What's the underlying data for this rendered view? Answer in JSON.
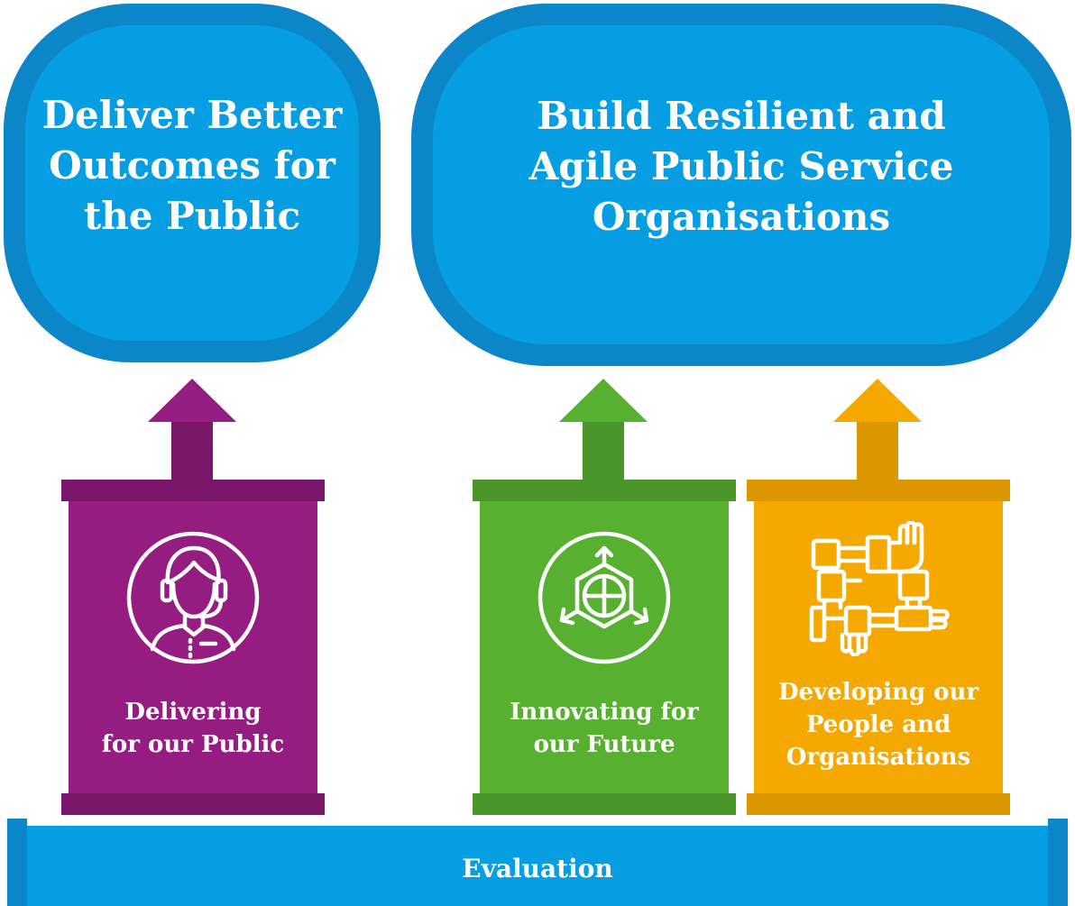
{
  "goals": [
    {
      "text": "Deliver Better Outcomes for the Public",
      "fill": "#069ee3",
      "border": "#0b87c9"
    },
    {
      "text": "Build Resilient and Agile Public Service Organisations",
      "fill": "#069ee3",
      "border": "#0b87c9"
    }
  ],
  "pillars": [
    {
      "label_line1": "Delivering",
      "label_line2": "for our Public",
      "icon": "person-headset-icon",
      "color": "#951c80",
      "dark": "#7b176b"
    },
    {
      "label_line1": "Innovating for",
      "label_line2": "our Future",
      "icon": "innovation-cube-icon",
      "color": "#57b030",
      "dark": "#4a962a"
    },
    {
      "label_line1": "Developing our",
      "label_line2": "People and",
      "label_line3": "Organisations",
      "icon": "linked-hands-icon",
      "color": "#f5a800",
      "dark": "#db9600"
    }
  ],
  "evaluation": {
    "label": "Evaluation",
    "color": "#069ee3"
  }
}
